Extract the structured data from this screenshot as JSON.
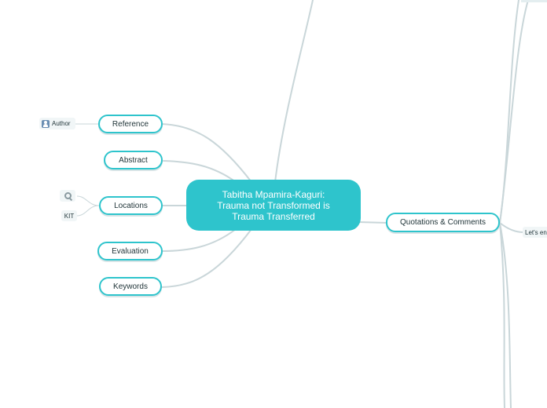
{
  "central": {
    "line1": "Tabitha Mpamira-Kaguri:",
    "line2": "Trauma not Transformed is",
    "line3": "Trauma Transferred"
  },
  "topics": {
    "reference": "Reference",
    "abstract": "Abstract",
    "locations": "Locations",
    "evaluation": "Evaluation",
    "keywords": "Keywords",
    "quotations": "Quotations & Comments"
  },
  "subtopics": {
    "author": "Author",
    "kit": "KIT",
    "lets_en": "Let's en"
  },
  "icons": {
    "author": "author-person-icon",
    "location": "location-target-icon"
  },
  "colors": {
    "accent": "#2ec4cc",
    "link": "#c9d6d9"
  }
}
